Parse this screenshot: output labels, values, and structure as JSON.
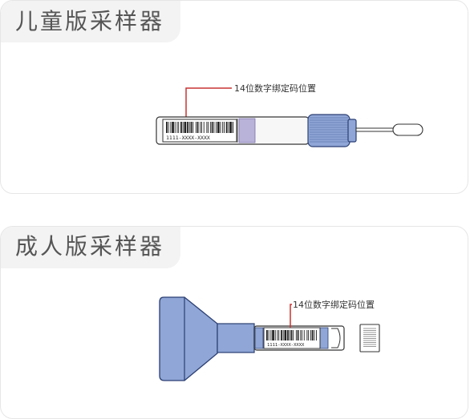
{
  "sections": [
    {
      "title": "儿童版采样器",
      "callout": "14位数字绑定码位置",
      "barcode_number": "1111-XXXX-XXXX"
    },
    {
      "title": "成人版采样器",
      "callout": "14位数字绑定码位置",
      "barcode_number": "1111-XXXX-XXXX"
    }
  ],
  "colors": {
    "cap_blue": "#8fa6d6",
    "cap_stroke": "#2b3f73",
    "tube_purple": "#b9b2d9",
    "callout_red": "#c83232",
    "outline": "#333333",
    "tab_bg": "#f3f3f3"
  }
}
